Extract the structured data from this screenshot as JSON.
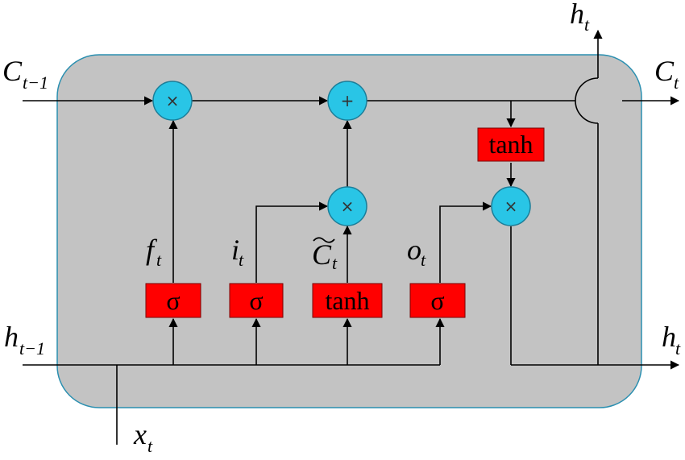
{
  "colors": {
    "cell_fill": "#c3c3c3",
    "cell_border": "#2a8fb0",
    "gate_fill": "#ff0000",
    "op_fill": "#29c5e6",
    "op_stroke": "#1b7e99",
    "wire": "#000000"
  },
  "labels": {
    "c_prev_main": "C",
    "c_prev_sub": "t−1",
    "c_next_main": "C",
    "c_next_sub": "t",
    "h_top_main": "h",
    "h_top_sub": "t",
    "h_prev_main": "h",
    "h_prev_sub": "t−1",
    "h_next_main": "h",
    "h_next_sub": "t",
    "x_main": "x",
    "x_sub": "t",
    "f_main": "f",
    "f_sub": "t",
    "i_main": "i",
    "i_sub": "t",
    "c_tilde_main": "C",
    "c_tilde_sub": "t",
    "o_main": "o",
    "o_sub": "t"
  },
  "gates": {
    "forget": "σ",
    "input": "σ",
    "candidate": "tanh",
    "output": "σ",
    "cell_tanh": "tanh"
  },
  "ops": {
    "forget_mul": "×",
    "add": "+",
    "input_mul": "×",
    "output_mul": "×"
  }
}
